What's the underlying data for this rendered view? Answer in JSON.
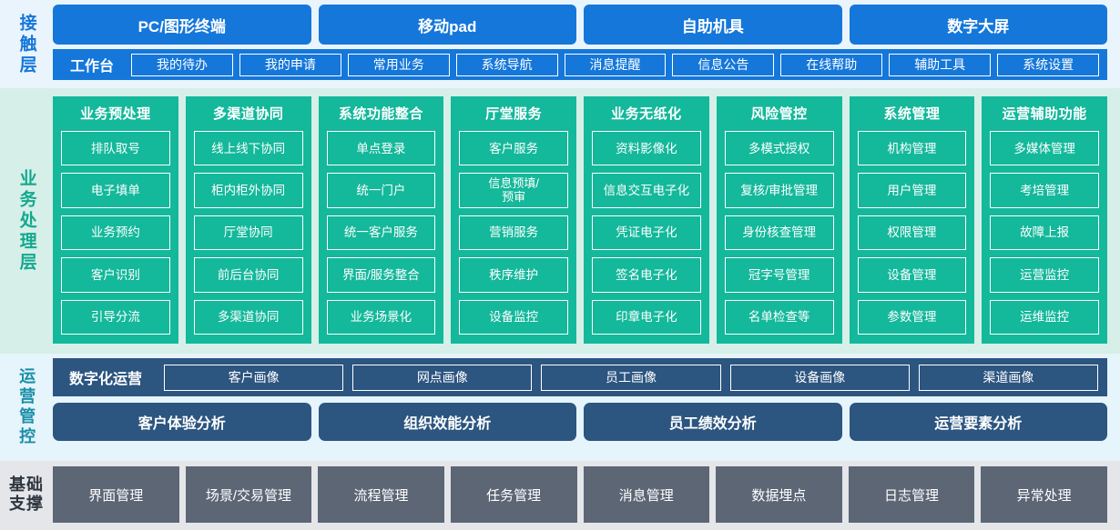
{
  "contact_layer": {
    "label": "接触层",
    "channels": [
      {
        "label": "PC/图形终端"
      },
      {
        "label": "移动pad"
      },
      {
        "label": "自助机具"
      },
      {
        "label": "数字大屏"
      }
    ],
    "workbench_title": "工作台",
    "workbench_items": [
      {
        "label": "我的待办"
      },
      {
        "label": "我的申请"
      },
      {
        "label": "常用业务"
      },
      {
        "label": "系统导航"
      },
      {
        "label": "消息提醒"
      },
      {
        "label": "信息公告"
      },
      {
        "label": "在线帮助"
      },
      {
        "label": "辅助工具"
      },
      {
        "label": "系统设置"
      }
    ]
  },
  "business_layer": {
    "label": "业务处理层",
    "columns": [
      {
        "title": "业务预处理",
        "items": [
          "排队取号",
          "电子填单",
          "业务预约",
          "客户识别",
          "引导分流"
        ]
      },
      {
        "title": "多渠道协同",
        "items": [
          "线上线下协同",
          "柜内柜外协同",
          "厅堂协同",
          "前后台协同",
          "多渠道协同"
        ]
      },
      {
        "title": "系统功能整合",
        "items": [
          "单点登录",
          "统一门户",
          "统一客户服务",
          "界面/服务整合",
          "业务场景化"
        ]
      },
      {
        "title": "厅堂服务",
        "items": [
          "客户服务",
          "信息预填/\n预审",
          "营销服务",
          "秩序维护",
          "设备监控"
        ]
      },
      {
        "title": "业务无纸化",
        "items": [
          "资料影像化",
          "信息交互电子化",
          "凭证电子化",
          "签名电子化",
          "印章电子化"
        ]
      },
      {
        "title": "风险管控",
        "items": [
          "多模式授权",
          "复核/审批管理",
          "身份核查管理",
          "冠字号管理",
          "名单检查等"
        ]
      },
      {
        "title": "系统管理",
        "items": [
          "机构管理",
          "用户管理",
          "权限管理",
          "设备管理",
          "参数管理"
        ]
      },
      {
        "title": "运营辅助功能",
        "items": [
          "多媒体管理",
          "考培管理",
          "故障上报",
          "运营监控",
          "运维监控"
        ]
      }
    ]
  },
  "ops_layer": {
    "label": "运营管控",
    "digital_title": "数字化运营",
    "portrait_tags": [
      {
        "label": "客户画像"
      },
      {
        "label": "网点画像"
      },
      {
        "label": "员工画像"
      },
      {
        "label": "设备画像"
      },
      {
        "label": "渠道画像"
      }
    ],
    "analysis_items": [
      {
        "label": "客户体验分析"
      },
      {
        "label": "组织效能分析"
      },
      {
        "label": "员工绩效分析"
      },
      {
        "label": "运营要素分析"
      }
    ]
  },
  "foundation_layer": {
    "label": "基础支撑",
    "items": [
      {
        "label": "界面管理"
      },
      {
        "label": "场景/交易管理"
      },
      {
        "label": "流程管理"
      },
      {
        "label": "任务管理"
      },
      {
        "label": "消息管理"
      },
      {
        "label": "数据埋点"
      },
      {
        "label": "日志管理"
      },
      {
        "label": "异常处理"
      }
    ]
  },
  "colors": {
    "channel_blue": "#1577DA",
    "business_teal": "#14B89B",
    "business_bg": "#D6EFE8",
    "ops_navy": "#2C5580",
    "ops_bg": "#E6F4FB",
    "foundation_gray": "#5D6675",
    "foundation_bg": "#E4E6E9",
    "contact_bg": "#EAF4FC"
  }
}
